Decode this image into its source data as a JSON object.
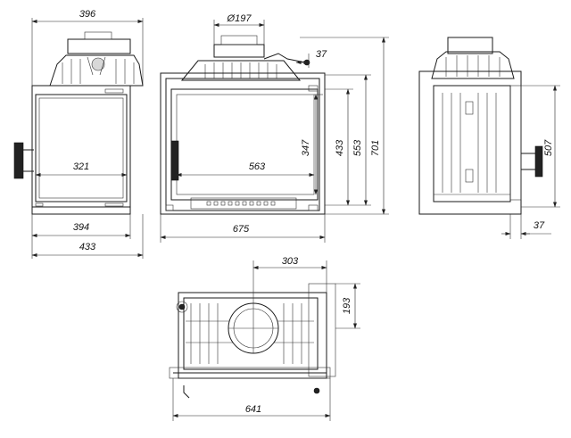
{
  "dimensions": {
    "side_top_width": "396",
    "side_glass_width": "321",
    "side_inner_width": "394",
    "side_outer_width": "433",
    "flue_diameter": "Ø197",
    "front_collar_offset": "37",
    "front_glass_width": "563",
    "front_outer_width": "675",
    "front_glass_height": "347",
    "front_inner_height": "433",
    "front_mid_height": "553",
    "front_total_height": "701",
    "back_height": "507",
    "back_depth_offset": "37",
    "top_flue_offset": "303",
    "top_flue_depth": "193",
    "top_total_width": "641"
  }
}
